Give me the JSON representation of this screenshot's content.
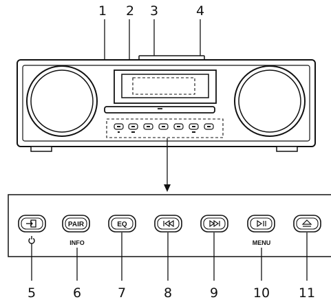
{
  "callouts_top": [
    "1",
    "2",
    "3",
    "4"
  ],
  "callouts_bottom": [
    "5",
    "6",
    "7",
    "8",
    "9",
    "10",
    "11"
  ],
  "buttons": {
    "pair": "PAIR",
    "eq": "EQ"
  },
  "sub_labels": {
    "info": "INFO",
    "menu": "MENU"
  },
  "icons": {
    "source": "source-input-icon",
    "power": "power-icon",
    "prev": "skip-back-icon",
    "next": "skip-forward-icon",
    "play": "play-pause-icon",
    "eject": "eject-icon"
  }
}
